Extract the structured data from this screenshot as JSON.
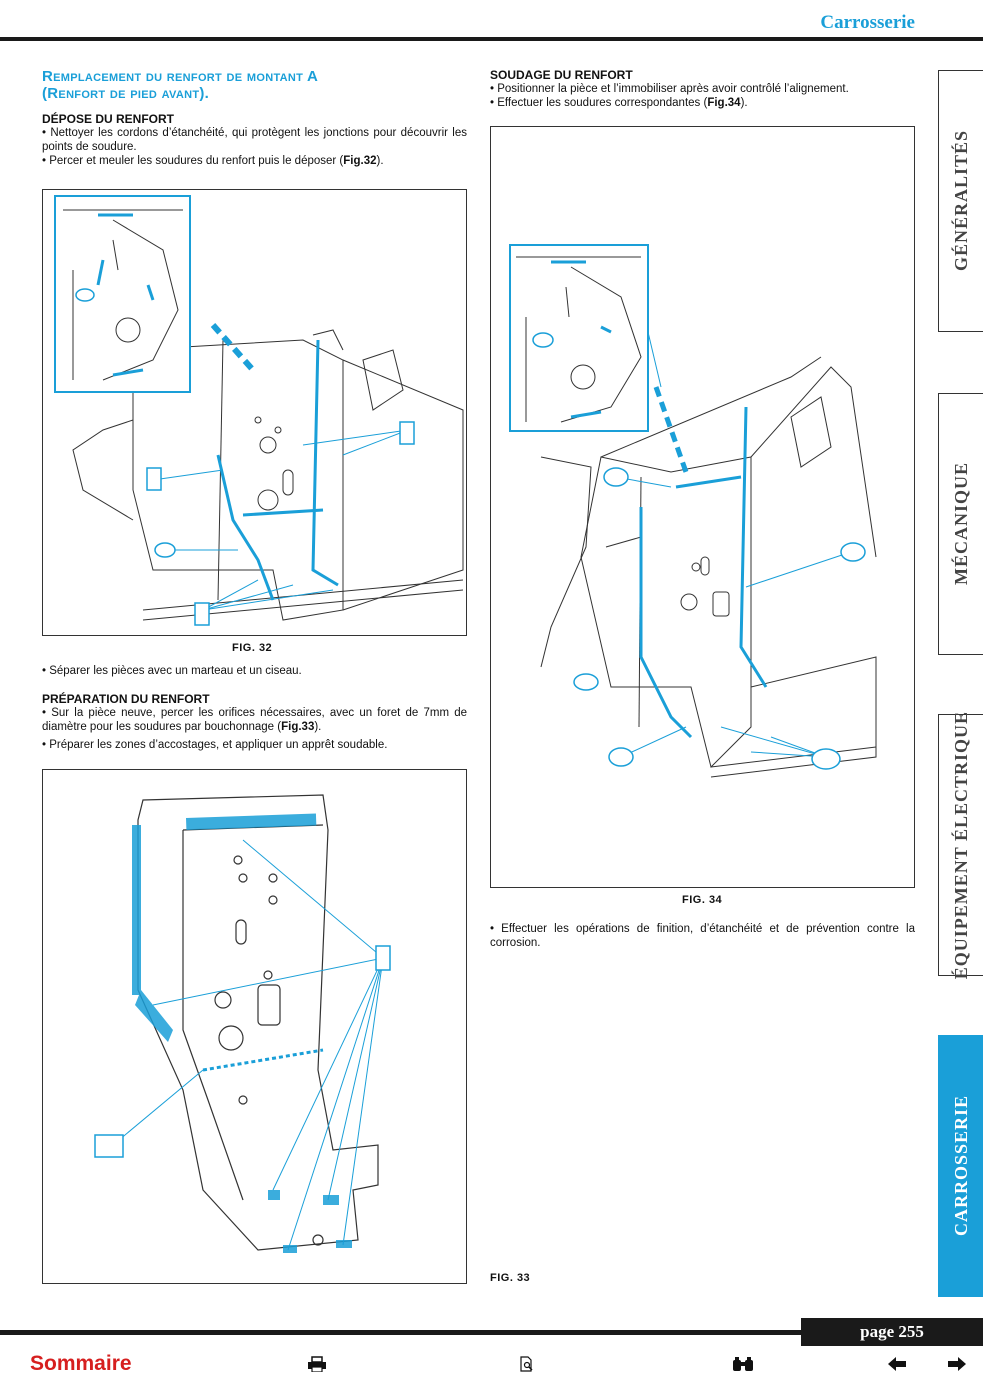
{
  "header": {
    "section": "Carrosserie"
  },
  "left": {
    "title_line1": "Remplacement du renfort de montant A",
    "title_line2": "(Renfort de pied avant).",
    "depose_title": "DÉPOSE DU RENFORT",
    "depose_p1": "• Nettoyer les cordons d’étanchéité, qui protègent les jonctions pour découvrir les points de soudure.",
    "depose_p2_pre": "• Percer et meuler les soudures du renfort puis le déposer (",
    "depose_p2_ref": "Fig.32",
    "depose_p2_post": ").",
    "fig32_caption": "FIG. 32",
    "separer": "• Séparer les pièces avec un marteau et un ciseau.",
    "prep_title": "PRÉPARATION DU RENFORT",
    "prep_p1_pre": "• Sur la pièce neuve, percer les orifices nécessaires, avec un foret de 7mm de diamètre pour les soudures par bouchonnage (",
    "prep_p1_ref": "Fig.33",
    "prep_p1_post": ").",
    "prep_p2": "• Préparer les zones d’accostages, et appliquer un apprêt soudable."
  },
  "right": {
    "soudage_title": "SOUDAGE DU RENFORT",
    "soudage_p1": "• Positionner la pièce et l’immobiliser après avoir contrôlé l’alignement.",
    "soudage_p2_pre": "• Effectuer les soudures correspondantes (",
    "soudage_p2_ref": "Fig.34",
    "soudage_p2_post": ").",
    "fig34_caption": "FIG. 34",
    "finition": "• Effectuer les opérations de finition, d’étanchéité et de prévention contre la corrosion.",
    "fig33_caption": "FIG. 33"
  },
  "tabs": {
    "generalites": "GÉNÉRALITÉS",
    "mecanique": "MÉCANIQUE",
    "equipement": "ÉQUIPEMENT ÉLECTRIQUE",
    "carrosserie": "CARROSSERIE"
  },
  "footer": {
    "sommaire": "Sommaire",
    "page": "page 255"
  },
  "colors": {
    "accent": "#1a9fd8",
    "link": "#d61f1f",
    "dark": "#1a1a1a"
  },
  "icons": [
    "printer-icon",
    "document-search-icon",
    "binoculars-icon",
    "arrow-left-icon",
    "arrow-right-icon"
  ]
}
